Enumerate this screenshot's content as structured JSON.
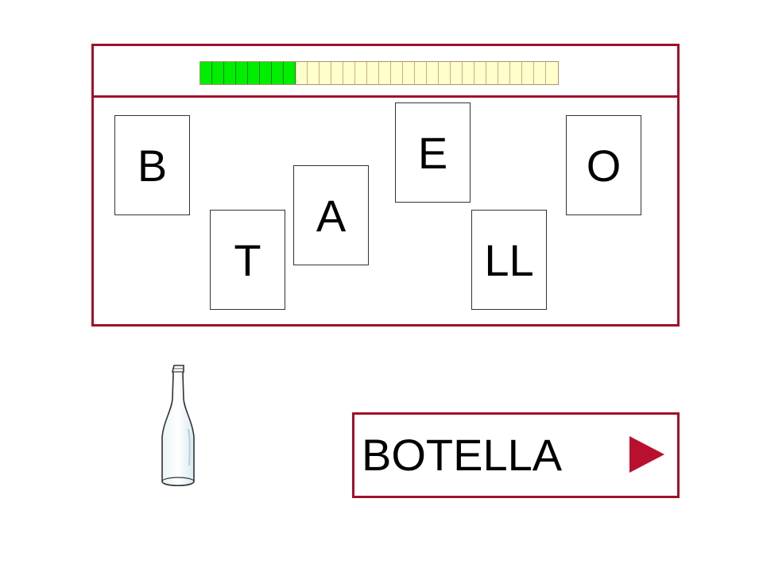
{
  "progress": {
    "segments_total": 30,
    "segments_done": 8,
    "done_color": "#00ee00",
    "empty_color": "#ffffcc"
  },
  "cards": [
    {
      "id": "b",
      "letter": "B"
    },
    {
      "id": "t",
      "letter": "T"
    },
    {
      "id": "a",
      "letter": "A"
    },
    {
      "id": "e",
      "letter": "E"
    },
    {
      "id": "ll",
      "letter": "LL"
    },
    {
      "id": "o",
      "letter": "O"
    }
  ],
  "word": {
    "label": "BOTELLA",
    "next_icon": "play-arrow-icon",
    "accent_color": "#b8102e"
  },
  "picture": {
    "icon": "bottle-icon"
  },
  "theme": {
    "frame_color": "#a0102a"
  }
}
